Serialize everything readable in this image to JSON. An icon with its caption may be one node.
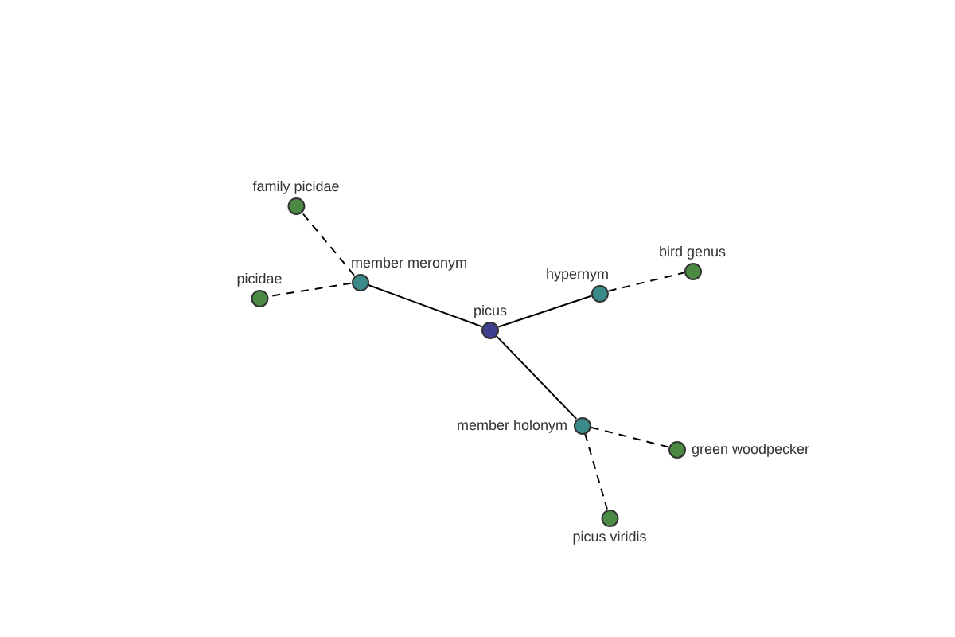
{
  "diagram": {
    "nodes": [
      {
        "text": [
          "picus"
        ]
      },
      {
        "text": [
          "member meronym"
        ]
      },
      {
        "text": [
          "family picidae"
        ]
      },
      {
        "text": [
          "picidae"
        ]
      },
      {
        "text": [
          "hypernym"
        ]
      },
      {
        "text": [
          "bird genus"
        ]
      },
      {
        "text": [
          "member holonym"
        ]
      },
      {
        "text": [
          "green woodpecker"
        ]
      },
      {
        "text": [
          "picus viridis"
        ]
      }
    ],
    "edges": [
      {
        "from": 0,
        "to": 1,
        "arrow": "none"
      },
      {
        "from": 1,
        "to": 2,
        "arrow": "none",
        "style": "dashed"
      },
      {
        "from": 1,
        "to": 3,
        "arrow": "none",
        "style": "dashed"
      },
      {
        "from": 0,
        "to": 4,
        "arrow": "none"
      },
      {
        "from": 4,
        "to": 5,
        "arrow": "none",
        "style": "dashed"
      },
      {
        "from": 0,
        "to": 6,
        "arrow": "none"
      },
      {
        "from": 6,
        "to": 7,
        "arrow": "none",
        "style": "dashed"
      },
      {
        "from": 6,
        "to": 8,
        "arrow": "none",
        "style": "dashed"
      }
    ]
  }
}
